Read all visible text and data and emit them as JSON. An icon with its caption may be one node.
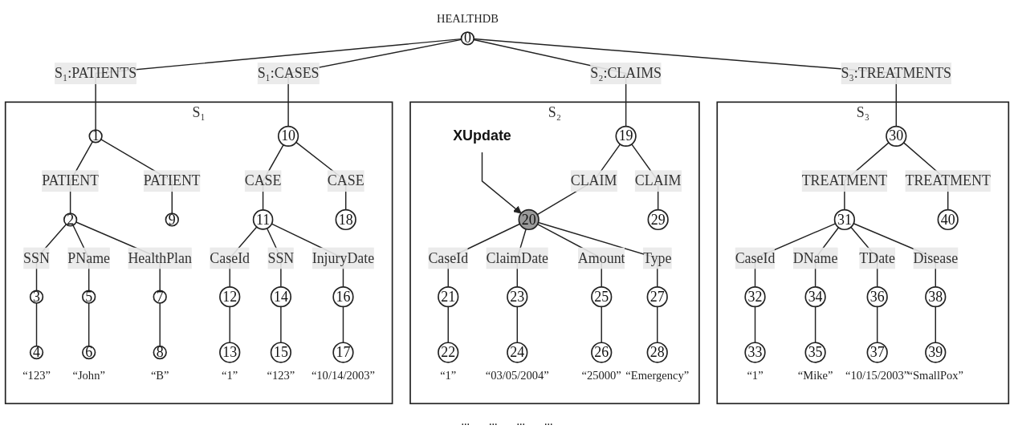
{
  "diagram": {
    "nodes": [
      {
        "text": [
          "0"
        ],
        "beside": [
          "HEALTHDB"
        ]
      },
      {
        "text": [
          "S₁"
        ]
      },
      {
        "text": [
          "1"
        ],
        "in": 1
      },
      {
        "text": [
          "2"
        ],
        "in": 1
      },
      {
        "text": [
          "3"
        ],
        "in": 1
      },
      {
        "text": [
          "4"
        ],
        "in": 1,
        "beside": [
          "“123”"
        ]
      },
      {
        "text": [
          "5"
        ],
        "in": 1
      },
      {
        "text": [
          "6"
        ],
        "in": 1,
        "beside": [
          "“John”"
        ]
      },
      {
        "text": [
          "7"
        ],
        "in": 1
      },
      {
        "text": [
          "8"
        ],
        "in": 1,
        "beside": [
          "“B”"
        ]
      },
      {
        "text": [
          "9"
        ],
        "in": 1
      },
      {
        "text": [
          "10"
        ],
        "in": 1
      },
      {
        "text": [
          "11"
        ],
        "in": 1
      },
      {
        "text": [
          "12"
        ],
        "in": 1
      },
      {
        "text": [
          "13"
        ],
        "in": 1,
        "beside": [
          "“1”"
        ]
      },
      {
        "text": [
          "14"
        ],
        "in": 1
      },
      {
        "text": [
          "15"
        ],
        "in": 1,
        "beside": [
          "“123”"
        ]
      },
      {
        "text": [
          "16"
        ],
        "in": 1
      },
      {
        "text": [
          "17"
        ],
        "in": 1,
        "beside": [
          "“10/14/2003”"
        ]
      },
      {
        "text": [
          "18"
        ],
        "in": 1
      },
      {
        "text": [
          "S₂"
        ]
      },
      {
        "text": [
          "19"
        ],
        "in": 20
      },
      {
        "text": [
          "XUpdate"
        ],
        "in": 20
      },
      {
        "text": [
          "20"
        ],
        "in": 20
      },
      {
        "text": [
          "21"
        ],
        "in": 20
      },
      {
        "text": [
          "22"
        ],
        "in": 20,
        "beside": [
          "“1”"
        ]
      },
      {
        "text": [
          "23"
        ],
        "in": 20
      },
      {
        "text": [
          "24"
        ],
        "in": 20,
        "beside": [
          "“03/05/2004”"
        ]
      },
      {
        "text": [
          "25"
        ],
        "in": 20
      },
      {
        "text": [
          "26"
        ],
        "in": 20,
        "beside": [
          "“25000”"
        ]
      },
      {
        "text": [
          "27"
        ],
        "in": 20
      },
      {
        "text": [
          "28"
        ],
        "in": 20,
        "beside": [
          "“Emergency”"
        ]
      },
      {
        "text": [
          "29"
        ],
        "in": 20
      },
      {
        "text": [
          "S₃"
        ]
      },
      {
        "text": [
          "30"
        ],
        "in": 33
      },
      {
        "text": [
          "31"
        ],
        "in": 33
      },
      {
        "text": [
          "32"
        ],
        "in": 33
      },
      {
        "text": [
          "33"
        ],
        "in": 33,
        "beside": [
          "“1”"
        ]
      },
      {
        "text": [
          "34"
        ],
        "in": 33
      },
      {
        "text": [
          "35"
        ],
        "in": 33,
        "beside": [
          "“Mike”"
        ]
      },
      {
        "text": [
          "36"
        ],
        "in": 33
      },
      {
        "text": [
          "37"
        ],
        "in": 33,
        "beside": [
          "“10/15/2003”"
        ]
      },
      {
        "text": [
          "38"
        ],
        "in": 33
      },
      {
        "text": [
          "39"
        ],
        "in": 33,
        "beside": [
          "“SmallPox”"
        ]
      },
      {
        "text": [
          "40"
        ],
        "in": 33
      }
    ],
    "edges": [
      {
        "from": 0,
        "to": 2,
        "arrow": "none",
        "label": "S₁:PATIENTS"
      },
      {
        "from": 0,
        "to": 11,
        "arrow": "none",
        "label": "S₁:CASES"
      },
      {
        "from": 0,
        "to": 21,
        "arrow": "none",
        "label": "S₂:CLAIMS"
      },
      {
        "from": 0,
        "to": 34,
        "arrow": "none",
        "label": "S₃:TREATMENTS"
      },
      {
        "from": 2,
        "to": 3,
        "arrow": "none",
        "label": "PATIENT"
      },
      {
        "from": 2,
        "to": 10,
        "arrow": "none",
        "label": "PATIENT"
      },
      {
        "from": 3,
        "to": 4,
        "arrow": "none",
        "label": "SSN"
      },
      {
        "from": 3,
        "to": 6,
        "arrow": "none",
        "label": "PName"
      },
      {
        "from": 3,
        "to": 8,
        "arrow": "none",
        "label": "HealthPlan"
      },
      {
        "from": 4,
        "to": 5,
        "arrow": "none"
      },
      {
        "from": 6,
        "to": 7,
        "arrow": "none"
      },
      {
        "from": 8,
        "to": 9,
        "arrow": "none"
      },
      {
        "from": 11,
        "to": 12,
        "arrow": "none",
        "label": "CASE"
      },
      {
        "from": 11,
        "to": 19,
        "arrow": "none",
        "label": "CASE"
      },
      {
        "from": 12,
        "to": 13,
        "arrow": "none",
        "label": "CaseId"
      },
      {
        "from": 12,
        "to": 15,
        "arrow": "none",
        "label": "SSN"
      },
      {
        "from": 12,
        "to": 17,
        "arrow": "none",
        "label": "InjuryDate"
      },
      {
        "from": 13,
        "to": 14,
        "arrow": "none"
      },
      {
        "from": 15,
        "to": 16,
        "arrow": "none"
      },
      {
        "from": 17,
        "to": 18,
        "arrow": "none"
      },
      {
        "from": 21,
        "to": 23,
        "arrow": "none",
        "label": "CLAIM"
      },
      {
        "from": 21,
        "to": 32,
        "arrow": "none",
        "label": "CLAIM"
      },
      {
        "from": 22,
        "to": 23,
        "arrow": "to"
      },
      {
        "from": 23,
        "to": 24,
        "arrow": "none",
        "label": "CaseId"
      },
      {
        "from": 23,
        "to": 26,
        "arrow": "none",
        "label": "ClaimDate"
      },
      {
        "from": 23,
        "to": 28,
        "arrow": "none",
        "label": "Amount"
      },
      {
        "from": 23,
        "to": 30,
        "arrow": "none",
        "label": "Type"
      },
      {
        "from": 24,
        "to": 25,
        "arrow": "none"
      },
      {
        "from": 26,
        "to": 27,
        "arrow": "none"
      },
      {
        "from": 28,
        "to": 29,
        "arrow": "none"
      },
      {
        "from": 30,
        "to": 31,
        "arrow": "none"
      },
      {
        "from": 34,
        "to": 35,
        "arrow": "none",
        "label": "TREATMENT"
      },
      {
        "from": 34,
        "to": 44,
        "arrow": "none",
        "label": "TREATMENT"
      },
      {
        "from": 35,
        "to": 36,
        "arrow": "none",
        "label": "CaseId"
      },
      {
        "from": 35,
        "to": 38,
        "arrow": "none",
        "label": "DName"
      },
      {
        "from": 35,
        "to": 40,
        "arrow": "none",
        "label": "TDate"
      },
      {
        "from": 35,
        "to": 42,
        "arrow": "none",
        "label": "Disease"
      },
      {
        "from": 36,
        "to": 37,
        "arrow": "none"
      },
      {
        "from": 38,
        "to": 39,
        "arrow": "none"
      },
      {
        "from": 40,
        "to": 41,
        "arrow": "none"
      },
      {
        "from": 42,
        "to": 43,
        "arrow": "none"
      }
    ],
    "labels": [
      "...",
      "...",
      "...",
      "..."
    ]
  }
}
